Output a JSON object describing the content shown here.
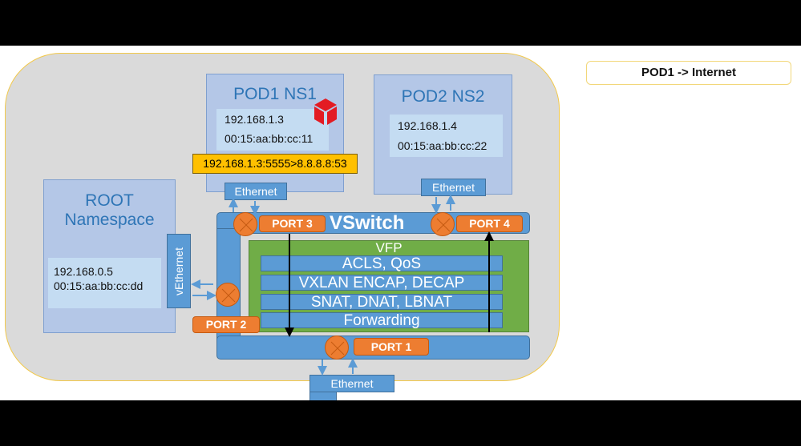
{
  "title": "POD1 -> Internet",
  "colors": {
    "namespace_fill": "#b4c7e7",
    "ethernet_fill": "#5b9bd5",
    "port_fill": "#ed7d31",
    "vfp_fill": "#70ad47",
    "packet_tag_fill": "#ffc000",
    "host_fill": "#dadada",
    "host_border": "#f2c94c"
  },
  "pod1": {
    "title": "POD1 NS1",
    "ip": "192.168.1.3",
    "mac": "00:15:aa:bb:cc:11",
    "interface": "Ethernet",
    "icon": "container-cube-icon",
    "packet": "192.168.1.3:5555>8.8.8.8:53"
  },
  "pod2": {
    "title": "POD2 NS2",
    "ip": "192.168.1.4",
    "mac": "00:15:aa:bb:cc:22",
    "interface": "Ethernet"
  },
  "root": {
    "title_line1": "ROOT",
    "title_line2": "Namespace",
    "ip": "192.168.0.5",
    "mac": "00:15:aa:bb:cc:dd",
    "interface": "vEthernet"
  },
  "vswitch": {
    "title": "VSwitch",
    "ports": {
      "port1": "PORT 1",
      "port2": "PORT 2",
      "port3": "PORT 3",
      "port4": "PORT 4"
    },
    "uplink_interface": "Ethernet"
  },
  "vfp": {
    "title": "VFP",
    "layers": [
      "ACLS, QoS",
      "VXLAN ENCAP, DECAP",
      "SNAT, DNAT, LBNAT",
      "Forwarding"
    ]
  }
}
